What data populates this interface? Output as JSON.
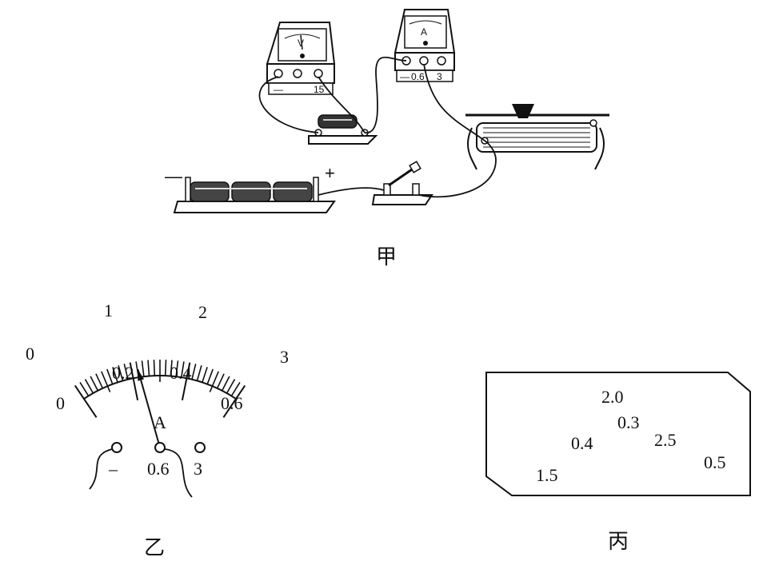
{
  "figure_jia": {
    "caption": "甲",
    "voltmeter": {
      "symbol": "V",
      "terminal_labels": [
        "—",
        "15"
      ]
    },
    "ammeter": {
      "symbol": "A",
      "terminal_labels": [
        "—",
        "0.6",
        "3"
      ]
    },
    "battery": {
      "minus": "—",
      "plus": "+"
    }
  },
  "figure_yi": {
    "caption": "乙",
    "meter_symbol": "A",
    "outer_scale": [
      "0",
      "1",
      "2",
      "3"
    ],
    "inner_scale": [
      "0",
      "0.2",
      "0.4",
      "0.6"
    ],
    "terminals": [
      "–",
      "0.6",
      "3"
    ],
    "reading_fraction": 0.37
  },
  "figure_bing": {
    "caption": "丙",
    "values": [
      "2.0",
      "0.3",
      "0.4",
      "2.5",
      "0.5",
      "1.5"
    ]
  }
}
